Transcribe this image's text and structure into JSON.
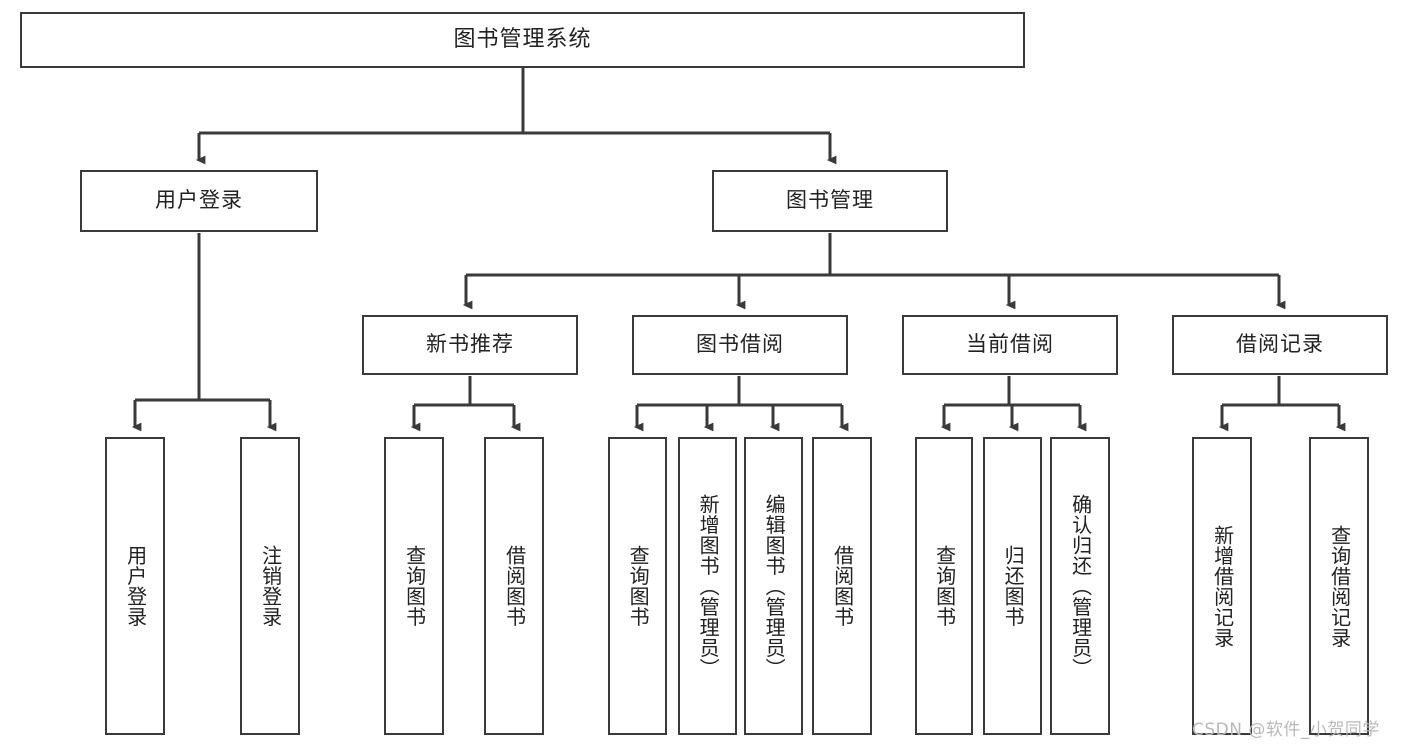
{
  "diagram": {
    "title": "图书管理系统",
    "type": "tree-structure-chart",
    "root": {
      "label": "图书管理系统"
    },
    "level2": [
      {
        "label": "用户登录"
      },
      {
        "label": "图书管理"
      }
    ],
    "level3": [
      {
        "label": "新书推荐"
      },
      {
        "label": "图书借阅"
      },
      {
        "label": "当前借阅"
      },
      {
        "label": "借阅记录"
      }
    ],
    "leaves": {
      "user_login": [
        {
          "label": "用户登录"
        },
        {
          "label": "注销登录"
        }
      ],
      "new_book_recommend": [
        {
          "label": "查询图书"
        },
        {
          "label": "借阅图书"
        }
      ],
      "book_borrow": [
        {
          "label": "查询图书"
        },
        {
          "label": "新增图书（管理员）"
        },
        {
          "label": "编辑图书（管理员）"
        },
        {
          "label": "借阅图书"
        }
      ],
      "current_borrow": [
        {
          "label": "查询图书"
        },
        {
          "label": "归还图书"
        },
        {
          "label": "确认归还（管理员）"
        }
      ],
      "borrow_record": [
        {
          "label": "新增借阅记录"
        },
        {
          "label": "查询借阅记录"
        }
      ]
    },
    "watermark": "CSDN @软件_小贺同学",
    "colors": {
      "stroke": "#3a3a3a",
      "fill": "#ffffff",
      "text": "#222222",
      "watermark": "#b9b9b9"
    }
  }
}
